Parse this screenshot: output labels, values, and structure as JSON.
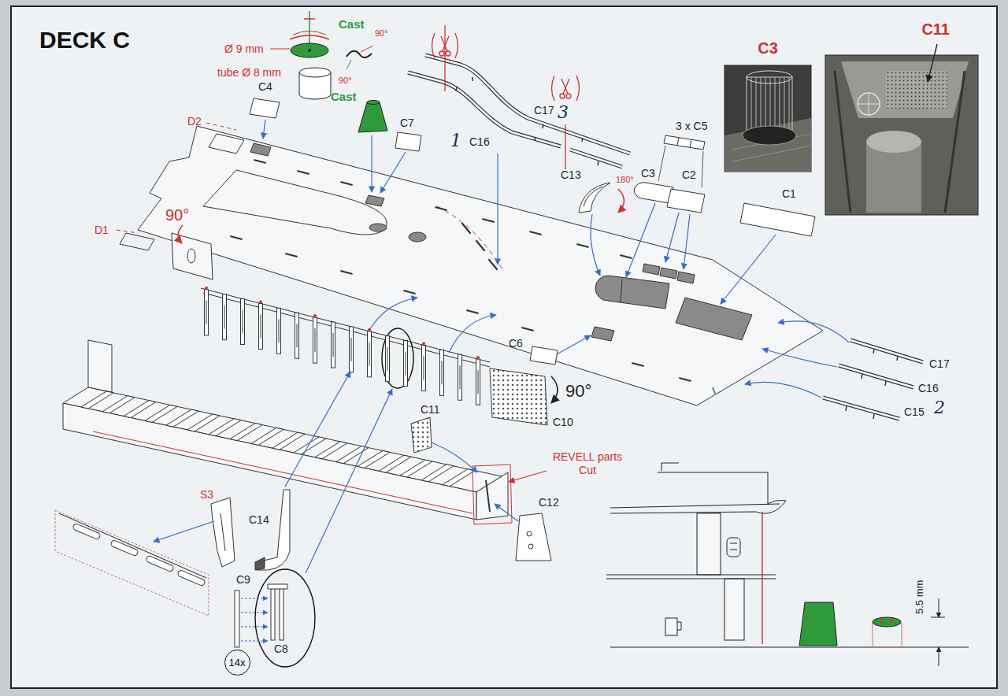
{
  "diagram": {
    "title": "DECK C",
    "nodes": [
      {
        "text": [
          "C3"
        ]
      },
      {
        "text": [
          "C11"
        ]
      },
      {
        "text": [
          "14x"
        ]
      }
    ],
    "labels": [
      "Cast",
      "Ø 9 mm",
      "tube Ø 8 mm",
      "90°",
      "90°",
      "Cast",
      "C4",
      "D2",
      "C7",
      "1",
      "C16",
      "C17",
      "3",
      "C13",
      "180°",
      "3 x C5",
      "C3",
      "C2",
      "C1",
      "D1",
      "90°",
      "C6",
      "90°",
      "C10",
      "C17",
      "C16",
      "C15",
      "2",
      "C11",
      "REVELL parts Cut",
      "C12",
      "S3",
      "C14",
      "C9",
      "C8",
      "5.5 mm"
    ]
  }
}
